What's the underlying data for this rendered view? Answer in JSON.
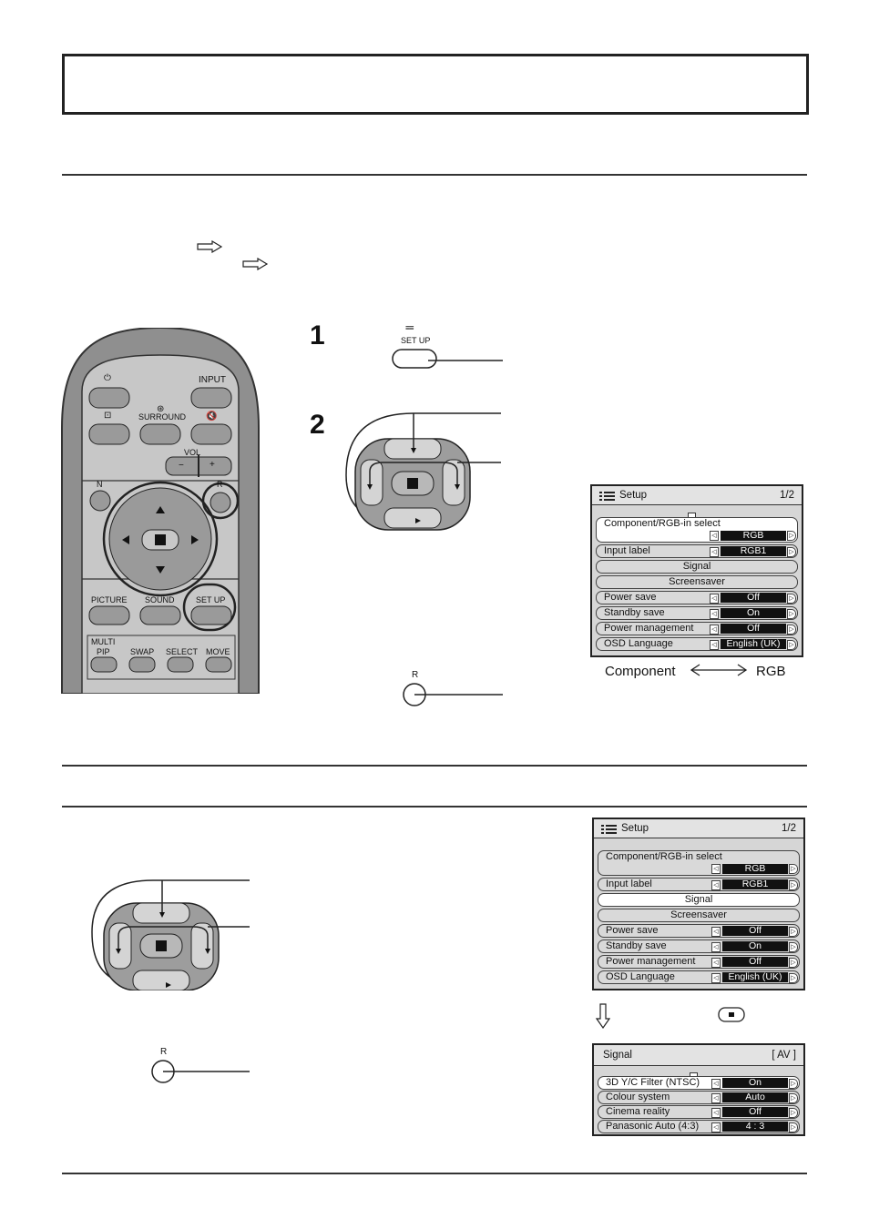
{
  "remote": {
    "input_label": "INPUT",
    "surround_label": "SURROUND",
    "vol_label": "VOL",
    "minus_label": "−",
    "plus_label": "+",
    "n_label": "N",
    "r_label": "R",
    "picture_label": "PICTURE",
    "sound_label": "SOUND",
    "setup_label": "SET UP",
    "multi_label": "MULTI",
    "pip_label": "PIP",
    "swap_label": "SWAP",
    "select_label": "SELECT",
    "move_label": "MOVE"
  },
  "steps": {
    "step1_number": "1",
    "step1_button_label": "SET UP",
    "step2_number": "2",
    "r_button_label": "R"
  },
  "menu1": {
    "title": "Setup",
    "page": "1/2",
    "items": [
      {
        "label": "Component/RGB-in  select",
        "value": "RGB"
      },
      {
        "label": "Input label",
        "value": "RGB1"
      },
      {
        "label": "Signal",
        "value": ""
      },
      {
        "label": "Screensaver",
        "value": ""
      },
      {
        "label": "Power save",
        "value": "Off"
      },
      {
        "label": "Standby save",
        "value": "On"
      },
      {
        "label": "Power management",
        "value": "Off"
      },
      {
        "label": "OSD  Language",
        "value": "English (UK)"
      }
    ],
    "toggle_left": "Component",
    "toggle_right": "RGB"
  },
  "section2": {
    "r_button_label": "R"
  },
  "menu2": {
    "title": "Setup",
    "page": "1/2",
    "items": [
      {
        "label": "Component/RGB-in  select",
        "value": "RGB"
      },
      {
        "label": "Input label",
        "value": "RGB1"
      },
      {
        "label": "Signal",
        "value": ""
      },
      {
        "label": "Screensaver",
        "value": ""
      },
      {
        "label": "Power save",
        "value": "Off"
      },
      {
        "label": "Standby save",
        "value": "On"
      },
      {
        "label": "Power management",
        "value": "Off"
      },
      {
        "label": "OSD  Language",
        "value": "English (UK)"
      }
    ]
  },
  "menu3": {
    "title": "Signal",
    "badge": "[ AV ]",
    "items": [
      {
        "label": "3D  Y/C  Filter  (NTSC)",
        "value": "On"
      },
      {
        "label": "Colour  system",
        "value": "Auto"
      },
      {
        "label": "Cinema  reality",
        "value": "Off"
      },
      {
        "label": "Panasonic  Auto  (4:3)",
        "value": "4 : 3"
      }
    ]
  },
  "colors": {
    "remote_body": "#c9c9c9",
    "remote_dark": "#555555",
    "menu_bg": "#d6d6d6",
    "value_bg": "#111111"
  }
}
